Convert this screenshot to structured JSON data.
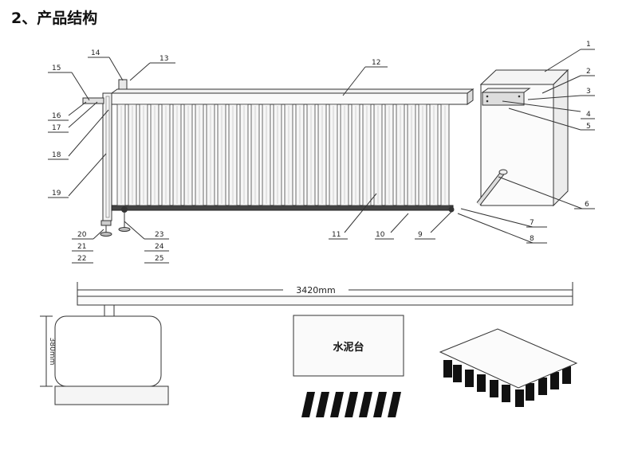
{
  "heading": "2、产品结构",
  "callouts": [
    "1",
    "2",
    "3",
    "4",
    "5",
    "6",
    "7",
    "8",
    "9",
    "10",
    "11",
    "12",
    "13",
    "14",
    "15",
    "16",
    "17",
    "18",
    "19",
    "20",
    "21",
    "22",
    "23",
    "24",
    "25"
  ],
  "width_dimension": "3420mm",
  "height_dimension": "380mm",
  "concrete_label": "水泥台",
  "colors": {
    "line": "#333333",
    "fill_dark": "#111111",
    "panel": "#eeeeee"
  }
}
